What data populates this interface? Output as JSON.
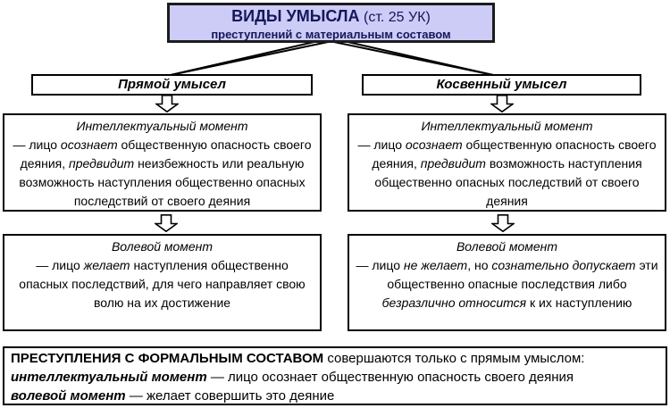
{
  "colors": {
    "title_box_bg": "#ccccf7",
    "title_box_text": "#16165a",
    "border": "#000000",
    "background": "#ffffff"
  },
  "title_box": {
    "line1_bold": "ВИДЫ УМЫСЛА",
    "line1_rest": " (ст. 25 УК)",
    "line2": "преступлений с материальным составом"
  },
  "left": {
    "header": "Прямой умысел",
    "intellectual": {
      "title": "Интеллектуальный момент",
      "s1": "— лицо ",
      "s2": "осознает",
      "s3": " общественную опасность своего деяния, ",
      "s4": "предвидит",
      "s5": " неизбежность или реальную возможность наступления общественно опасных последствий от своего деяния"
    },
    "volitional": {
      "title": "Волевой момент",
      "s1": "— лицо ",
      "s2": "желает",
      "s3": " наступления общественно опасных последствий, для чего направляет свою волю на их достижение"
    }
  },
  "right": {
    "header": "Косвенный умысел",
    "intellectual": {
      "title": "Интеллектуальный момент",
      "s1": "— лицо ",
      "s2": "осознает",
      "s3": " общественную опасность своего деяния, ",
      "s4": "предвидит",
      "s5": " возможность наступления общественно опасных последствий от своего деяния"
    },
    "volitional": {
      "title": "Волевой момент",
      "s1": "— лицо ",
      "s2": "не желает",
      "s3": ", но ",
      "s4": "сознательно допускает",
      "s5": " эти общественно опасные последствия либо ",
      "s6": "безразлично относится",
      "s7": " к их наступлению"
    }
  },
  "footer": {
    "l1_bold": "ПРЕСТУПЛЕНИЯ С ФОРМАЛЬНЫМ СОСТАВОМ",
    "l1_rest": " совершаются только с прямым умыслом:",
    "l2_italic": "интеллектуальный момент",
    "l2_rest": " — лицо осознает общественную опасность своего деяния",
    "l3_italic": "волевой момент",
    "l3_rest": " — желает совершить это деяние"
  }
}
